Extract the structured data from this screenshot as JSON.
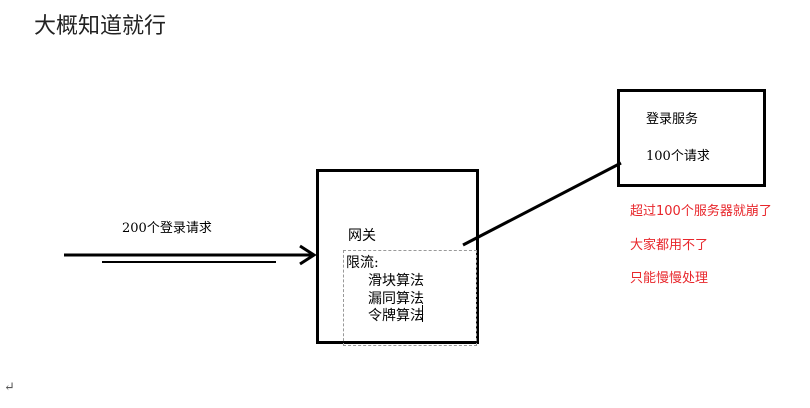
{
  "heading": "大概知道就行",
  "incoming": {
    "label": "200个登录请求"
  },
  "gateway": {
    "label": "网关",
    "rate_limit_title": "限流:",
    "algorithms": [
      "滑块算法",
      "漏同算法",
      "令牌算法"
    ]
  },
  "login_service": {
    "label": "登录服务",
    "requests_label": "100个请求"
  },
  "notes": [
    "超过100个服务器就崩了",
    "大家都用不了",
    "只能慢慢处理"
  ],
  "colors": {
    "note_red": "#e8262b",
    "line_black": "#000000"
  },
  "paragraph_mark": "↵"
}
